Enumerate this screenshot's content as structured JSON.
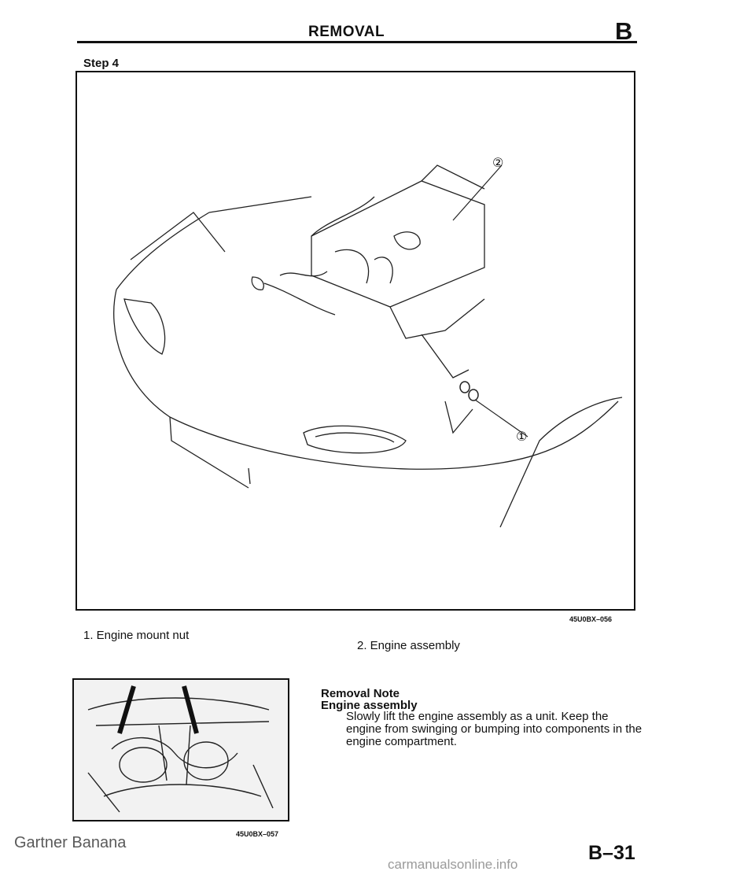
{
  "header": {
    "title": "REMOVAL",
    "section": "B"
  },
  "step": {
    "label": "Step 4"
  },
  "figure": {
    "code": "45U0BX–056",
    "callouts": {
      "one": "①",
      "two": "②"
    }
  },
  "items": [
    {
      "label": "1. Engine mount nut"
    },
    {
      "label": "2. Engine assembly"
    }
  ],
  "removal_note": {
    "title": "Removal Note",
    "subtitle": "Engine assembly",
    "body": "Slowly lift the engine assembly as a unit. Keep the engine from swinging or bumping into components in the engine compartment."
  },
  "photo": {
    "code": "45U0BX–057"
  },
  "credit": "Gartner Banana",
  "page_number": "B–31",
  "watermark": "carmanualsonline.info"
}
